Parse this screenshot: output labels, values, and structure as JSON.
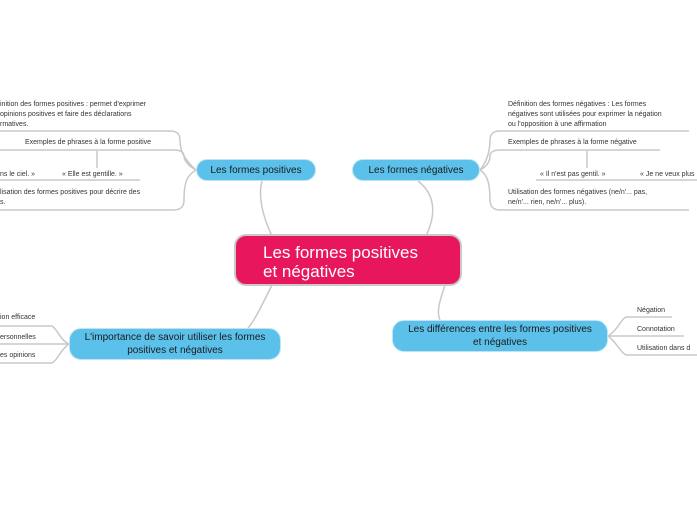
{
  "central": {
    "line1": "Les formes positives",
    "line2": "et négatives"
  },
  "branches": {
    "positives": {
      "label": "Les formes positives",
      "definition": [
        "inition des formes positives : permet d'exprimer",
        "opinions positives et faire des déclarations",
        "rmatives."
      ],
      "examples_title": "Exemples de phrases à la forme positive",
      "example_1": "ns le ciel. »",
      "example_2": "« Elle est gentille. »",
      "usage": [
        "lisation des formes positives pour décrire des",
        "s."
      ]
    },
    "negatives": {
      "label": "Les formes négatives",
      "definition": [
        "Définition des formes négatives : Les formes",
        "négatives sont utilisées pour exprimer la négation",
        "ou l'opposition à une affirmation"
      ],
      "examples_title": "Exemples de phrases à la forme négative",
      "example_1": "« Il n'est pas gentil. »",
      "example_2": "« Je ne veux plus",
      "usage": [
        "Utilisation des formes négatives (ne/n'... pas,",
        "ne/n'... rien, ne/n'... plus)."
      ]
    },
    "importance": {
      "label": "L'importance de savoir utiliser les formes positives et négatives",
      "items": [
        "ion efficace",
        "ersonnelles",
        "es opinions"
      ]
    },
    "differences": {
      "label": "Les différences entre les formes positives et négatives",
      "items": [
        "Négation",
        "Connotation",
        "Utilisation dans d"
      ]
    }
  },
  "colors": {
    "central": "#e8175d",
    "main": "#5bc0ea",
    "connector": "#c8c8c8"
  }
}
